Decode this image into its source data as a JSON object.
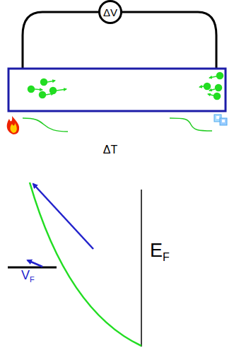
{
  "diagram": {
    "nodes": [
      {
        "text": [
          "ΔV"
        ]
      }
    ],
    "labels": [
      "ΔT",
      "E",
      "F",
      "V",
      "F"
    ]
  }
}
